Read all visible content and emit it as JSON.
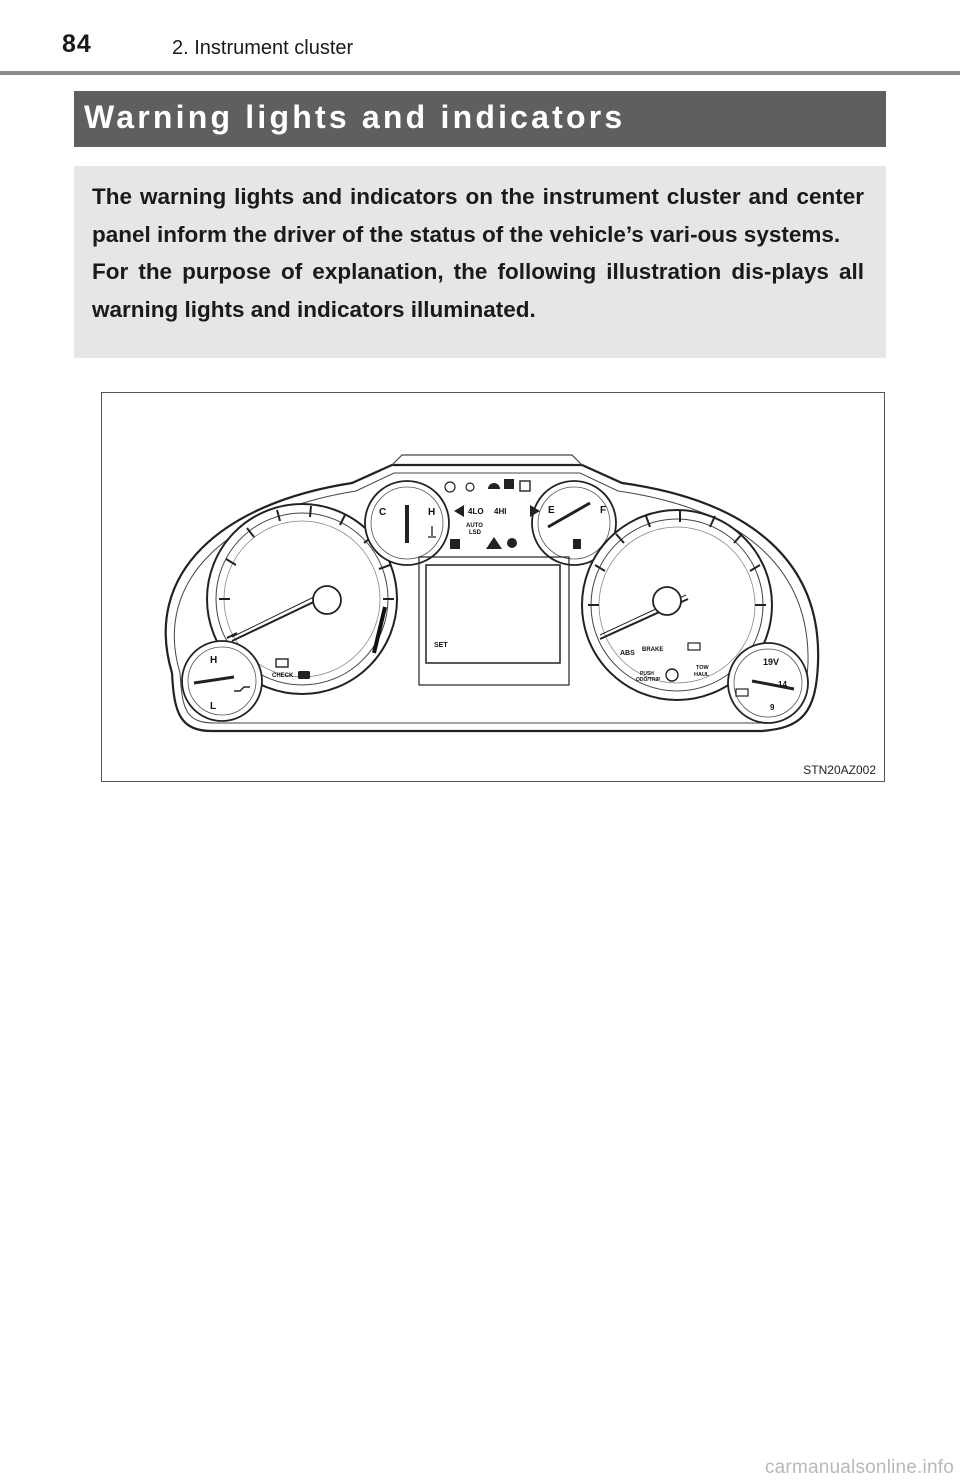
{
  "header": {
    "page_number": "84",
    "section": "2. Instrument cluster"
  },
  "title": "Warning lights and indicators",
  "intro": {
    "paragraph_1": "The warning lights and indicators on the instrument cluster and center panel inform the driver of the status of the vehicle’s vari-ous systems.",
    "paragraph_2": "For the purpose of explanation, the following illustration dis-plays all warning lights and indicators illuminated."
  },
  "figure": {
    "code": "STN20AZ002",
    "labels": {
      "temp_c": "C",
      "temp_h": "H",
      "fuel_e": "E",
      "fuel_f": "F",
      "oil_h": "H",
      "oil_l": "L",
      "check": "CHECK",
      "set": "SET",
      "four_lo": "4LO",
      "four_hi": "4HI",
      "auto": "AUTO",
      "lsd": "LSD",
      "abs": "ABS",
      "brake": "BRAKE",
      "push": "PUSH",
      "odo_trip": "ODO/TRIP",
      "tow": "TOW",
      "haul": "HAUL",
      "volt_19": "19V",
      "volt_14": "14",
      "volt_9": "9"
    }
  },
  "watermark": "carmanualsonline.info"
}
